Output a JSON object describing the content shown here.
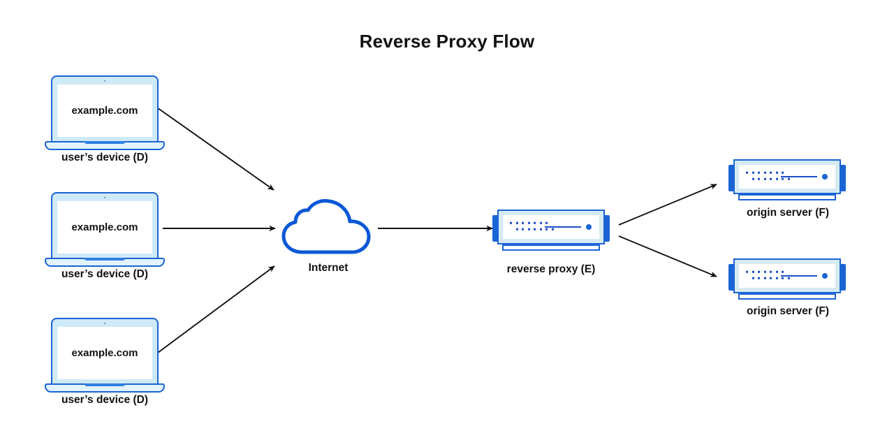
{
  "title": "Reverse Proxy Flow",
  "colors": {
    "brand_blue": "#1b64d6",
    "light_blue": "#cfeaf7",
    "pale_blue": "#d5eaf2",
    "arrow_black": "#111111",
    "text": "#121212",
    "background": "#ffffff"
  },
  "nodes": {
    "devices": [
      {
        "screen_text": "example.com",
        "label": "user’s device (D)"
      },
      {
        "screen_text": "example.com",
        "label": "user’s device (D)"
      },
      {
        "screen_text": "example.com",
        "label": "user’s device (D)"
      }
    ],
    "internet": {
      "label": "Internet",
      "icon": "cloud-icon"
    },
    "reverse_proxy": {
      "label": "reverse proxy (E)",
      "icon": "server-icon"
    },
    "origin_servers": [
      {
        "label": "origin server (F)",
        "icon": "server-icon"
      },
      {
        "label": "origin server (F)",
        "icon": "server-icon"
      }
    ]
  },
  "flow": {
    "edges": [
      {
        "from": "user’s device (D) 1",
        "to": "Internet"
      },
      {
        "from": "user’s device (D) 2",
        "to": "Internet"
      },
      {
        "from": "user’s device (D) 3",
        "to": "Internet"
      },
      {
        "from": "Internet",
        "to": "reverse proxy (E)"
      },
      {
        "from": "reverse proxy (E)",
        "to": "origin server (F) 1"
      },
      {
        "from": "reverse proxy (E)",
        "to": "origin server (F) 2"
      }
    ]
  }
}
